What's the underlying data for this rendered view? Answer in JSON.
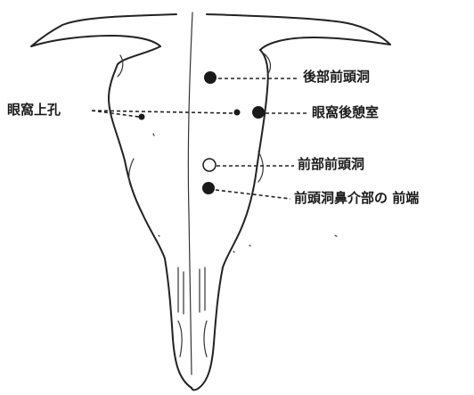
{
  "labels": {
    "supraorbital_foramen": "眼窩上孔",
    "posterior_frontal_sinus": "後部前頭洞",
    "postorbital_recess": "眼窩後憩室",
    "anterior_frontal_sinus": "前部前頭洞",
    "nasal_turbinate_front": "前頭洞鼻介部の 前端"
  },
  "colors": {
    "ink": "#222222",
    "paper": "#ffffff"
  }
}
